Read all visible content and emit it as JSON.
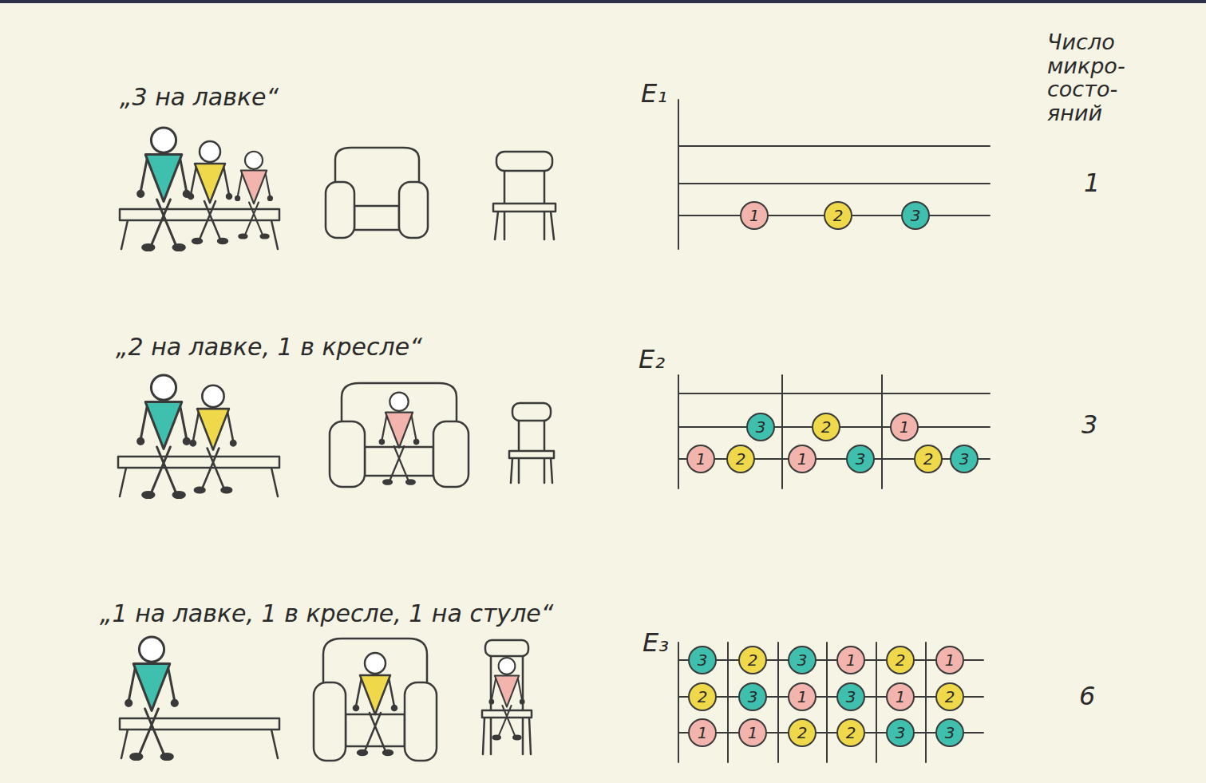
{
  "diagram": {
    "nodes": [
      {
        "text": [
          "1"
        ]
      },
      {
        "text": [
          "2"
        ]
      },
      {
        "text": [
          "3"
        ]
      },
      {
        "text": [
          "3"
        ]
      },
      {
        "text": [
          "2"
        ]
      },
      {
        "text": [
          "1"
        ]
      },
      {
        "text": [
          "1"
        ]
      },
      {
        "text": [
          "2"
        ]
      },
      {
        "text": [
          "1"
        ]
      },
      {
        "text": [
          "3"
        ]
      },
      {
        "text": [
          "2"
        ]
      },
      {
        "text": [
          "3"
        ]
      },
      {
        "text": [
          "3"
        ]
      },
      {
        "text": [
          "2"
        ]
      },
      {
        "text": [
          "3"
        ]
      },
      {
        "text": [
          "1"
        ]
      },
      {
        "text": [
          "2"
        ]
      },
      {
        "text": [
          "1"
        ]
      },
      {
        "text": [
          "2"
        ]
      },
      {
        "text": [
          "3"
        ]
      },
      {
        "text": [
          "1"
        ]
      },
      {
        "text": [
          "3"
        ]
      },
      {
        "text": [
          "1"
        ]
      },
      {
        "text": [
          "2"
        ]
      },
      {
        "text": [
          "1"
        ]
      },
      {
        "text": [
          "1"
        ]
      },
      {
        "text": [
          "2"
        ]
      },
      {
        "text": [
          "2"
        ]
      },
      {
        "text": [
          "3"
        ]
      },
      {
        "text": [
          "3"
        ]
      }
    ],
    "labels": [
      "Число микро- состо- яний",
      "„3 на лавке“",
      "E₁",
      "1",
      "„2 на лавке, 1 в кресле“",
      "E₂",
      "3",
      "„1 на лавке, 1 в кресле, 1 на стуле“",
      "E₃",
      "6"
    ]
  }
}
